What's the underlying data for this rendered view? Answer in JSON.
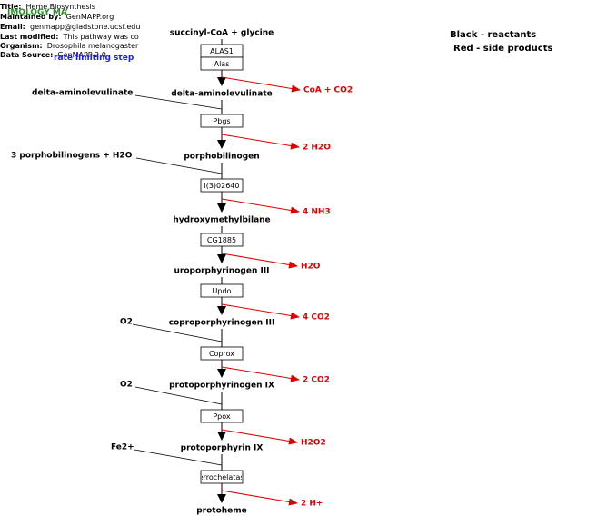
{
  "header": {
    "title_label": "Title:",
    "title_value": "Heme Biosynthesis",
    "maintained_label": "Maintained by:",
    "maintained_value": "GenMAPP.org",
    "email_label": "Email:",
    "email_value": "genmapp@gladstone.ucsf.edu",
    "modified_label": "Last modified:",
    "modified_value": "This pathway was conv",
    "organism_label": "Organism:",
    "organism_value": "Drosophila melanogaster",
    "source_label": "Data Source:",
    "source_value": "GenMAPP 2.0",
    "overlay_green": "IMOLOGY MA",
    "overlay_blue": "rate limiting step"
  },
  "legend": {
    "reactants": "Black - reactants",
    "side_products": "Red - side products",
    "reactants_color": "#000000",
    "side_color": "#e00000"
  },
  "nodes": [
    "succinyl-CoA + glycine",
    "delta-aminolevulinate",
    "porphobilinogen",
    "hydroxymethylbilane",
    "uroporphyrinogen III",
    "coproporphyrinogen III",
    "protoporphyrinogen IX",
    "protoporphyrin IX",
    "protoheme"
  ],
  "enzymes": [
    [
      "ALAS1",
      "Alas"
    ],
    [
      "Pbgs"
    ],
    [
      "l(3)02640"
    ],
    [
      "CG1885"
    ],
    [
      "Updo"
    ],
    [
      "Coprox"
    ],
    [
      "Ppox"
    ],
    [
      "Ferrochelatase"
    ]
  ],
  "side_products": [
    "CoA + CO2",
    "2 H2O",
    "4 NH3",
    "H2O",
    "4 CO2",
    "2 CO2",
    "H2O2",
    "2 H+"
  ],
  "cosubstrates": [
    {
      "step": 1,
      "label": "delta-aminolevulinate"
    },
    {
      "step": 2,
      "label": "3 porphobilinogens + H2O"
    },
    {
      "step": 5,
      "label": "O2"
    },
    {
      "step": 6,
      "label": "O2"
    },
    {
      "step": 7,
      "label": "Fe2+"
    }
  ]
}
